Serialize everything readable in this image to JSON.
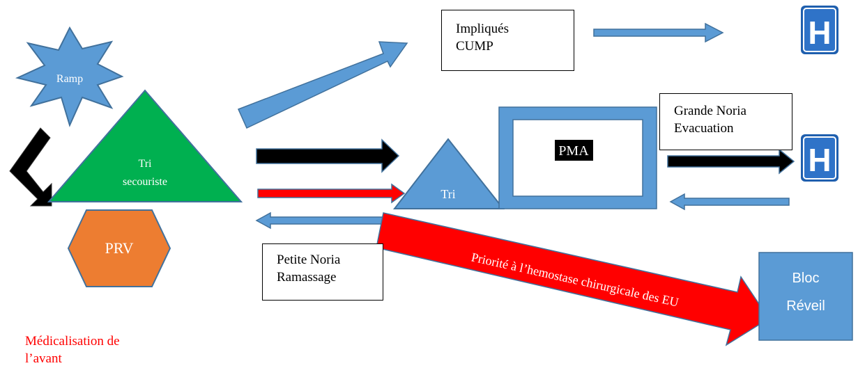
{
  "nodes": {
    "ramp": "Ramp",
    "tri_secouriste": [
      "Tri",
      "secouriste"
    ],
    "prv": "PRV",
    "tri": "Tri",
    "pma": "PMA",
    "impliques": [
      "Impliqués",
      "CUMP"
    ],
    "grande_noria": [
      "Grande Noria",
      "Evacuation"
    ],
    "petite_noria": [
      "Petite Noria",
      "Ramassage"
    ],
    "bloc": [
      "Bloc",
      "Réveil"
    ],
    "medicalisation": [
      "Médicalisation de",
      "l’avant"
    ],
    "hospital_letter": "H"
  },
  "arrow_label": "Priorité à l’hemostase chirurgicale des EU",
  "colors": {
    "blue": "#5b9bd5",
    "blue_border": "#41719c",
    "green": "#00b050",
    "orange": "#ed7d31",
    "red": "#ff0000",
    "black": "#000000",
    "hospital_blue": "#1f5fae"
  },
  "icons": [
    "hospital-h-icon",
    "hospital-h-icon"
  ]
}
